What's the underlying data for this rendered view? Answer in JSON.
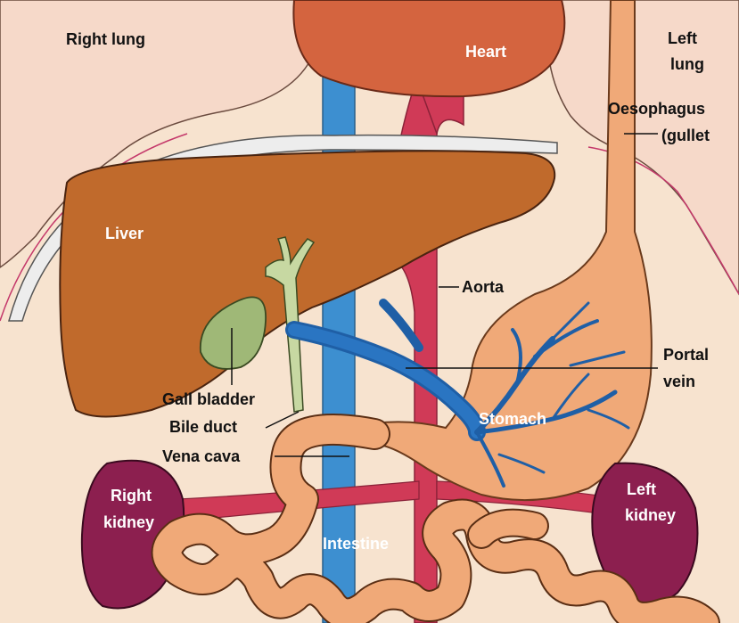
{
  "labels": {
    "right_lung": "Right lung",
    "heart": "Heart",
    "left_lung_1": "Left",
    "left_lung_2": "lung",
    "oesophagus_1": "Oesophagus",
    "oesophagus_2": "(gullet",
    "liver": "Liver",
    "aorta": "Aorta",
    "portal_vein_1": "Portal",
    "portal_vein_2": "vein",
    "gall_bladder": "Gall bladder",
    "bile_duct": "Bile duct",
    "stomach": "Stomach",
    "vena_cava": "Vena cava",
    "right_kidney_1": "Right",
    "right_kidney_2": "kidney",
    "left_kidney_1": "Left",
    "left_kidney_2": "kidney",
    "intestine": "Intestine"
  },
  "colors": {
    "background": "#f7e3cf",
    "lung": "#f6d9c9",
    "heart": "#d4643f",
    "liver": "#c06a2c",
    "gall_bladder": "#9fb877",
    "vena_cava": "#3d8fd0",
    "aorta": "#d03a57",
    "portal_vein": "#1f5fa6",
    "stomach": "#f0a978",
    "intestine": "#f0a978",
    "kidney": "#8c1f4f",
    "diaphragm": "#eaeaea"
  }
}
